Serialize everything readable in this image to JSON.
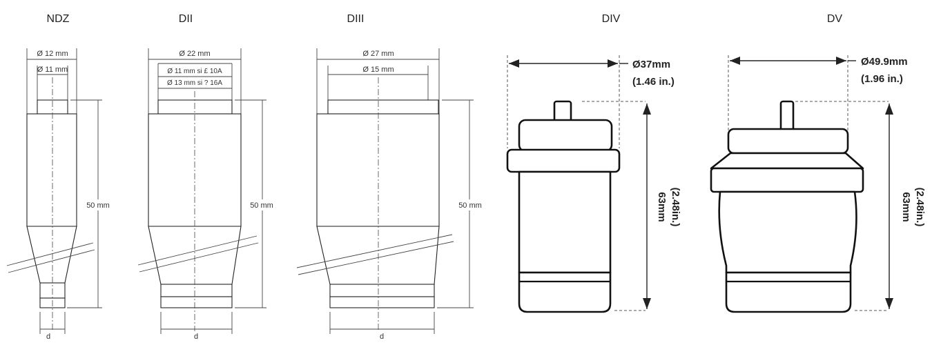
{
  "diagrams": {
    "ndz": {
      "title": "NDZ",
      "outer_diameter": "Ø 12 mm",
      "inner_diameter": "Ø 11 mm",
      "height": "50 mm",
      "bottom_label": "d"
    },
    "dii": {
      "title": "DII",
      "outer_diameter": "Ø 22 mm",
      "inner_diameter_1": "Ø 11 mm si £ 10A",
      "inner_diameter_2": "Ø 13 mm si ? 16A",
      "height": "50 mm",
      "bottom_label": "d"
    },
    "diii": {
      "title": "DIII",
      "outer_diameter": "Ø 27 mm",
      "inner_diameter": "Ø 15 mm",
      "height": "50 mm",
      "bottom_label": "d"
    },
    "div": {
      "title": "DIV",
      "diameter_mm": "Ø37mm",
      "diameter_in": "(1.46 in.)",
      "height_mm": "63mm",
      "height_in": "(2.48in.)"
    },
    "dv": {
      "title": "DV",
      "diameter_mm": "Ø49.9mm",
      "diameter_in": "(1.96 in.)",
      "height_mm": "63mm",
      "height_in": "(2.48in.)"
    }
  }
}
